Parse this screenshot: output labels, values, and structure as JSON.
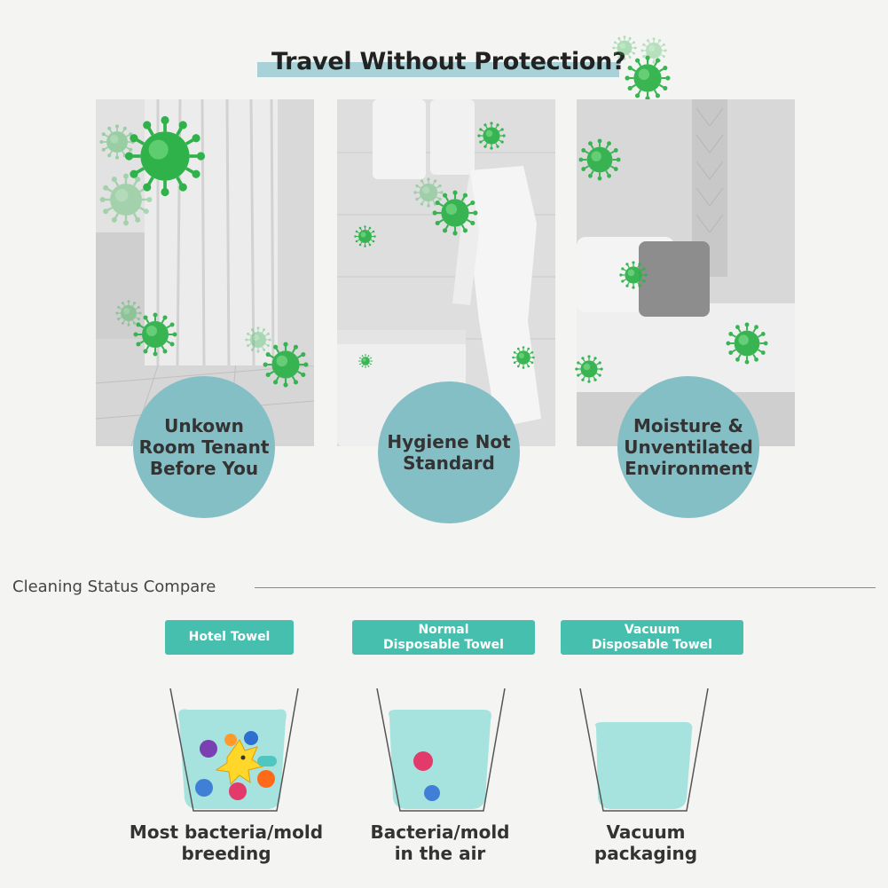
{
  "header": {
    "title": "Travel Without Protection?"
  },
  "panels": [
    {
      "label": "Unkown Room Tenant Before You",
      "scene": "bathroom-curtain"
    },
    {
      "label": "Hygiene Not Standard",
      "scene": "towels-bathrobe"
    },
    {
      "label": "Moisture & Unventilated Environment",
      "scene": "bedroom"
    }
  ],
  "compare": {
    "heading": "Cleaning Status Compare",
    "columns": [
      {
        "badge_line1": "Hotel Towel",
        "badge_line2": "",
        "caption_line1": "Most bacteria/mold",
        "caption_line2": "breeding"
      },
      {
        "badge_line1": "Normal",
        "badge_line2": "Disposable Towel",
        "caption_line1": "Bacteria/mold",
        "caption_line2": "in the air"
      },
      {
        "badge_line1": "Vacuum",
        "badge_line2": "Disposable Towel",
        "caption_line1": "Vacuum",
        "caption_line2": "packaging"
      }
    ]
  },
  "colors": {
    "accent": "#46bfae",
    "circle": "#85bfc6",
    "title_underline": "#a9d2d8",
    "virus": "#2fb24a",
    "water": "#a6e3de"
  },
  "icons": [
    "virus-icon",
    "bacteria-icon",
    "cup-icon"
  ]
}
